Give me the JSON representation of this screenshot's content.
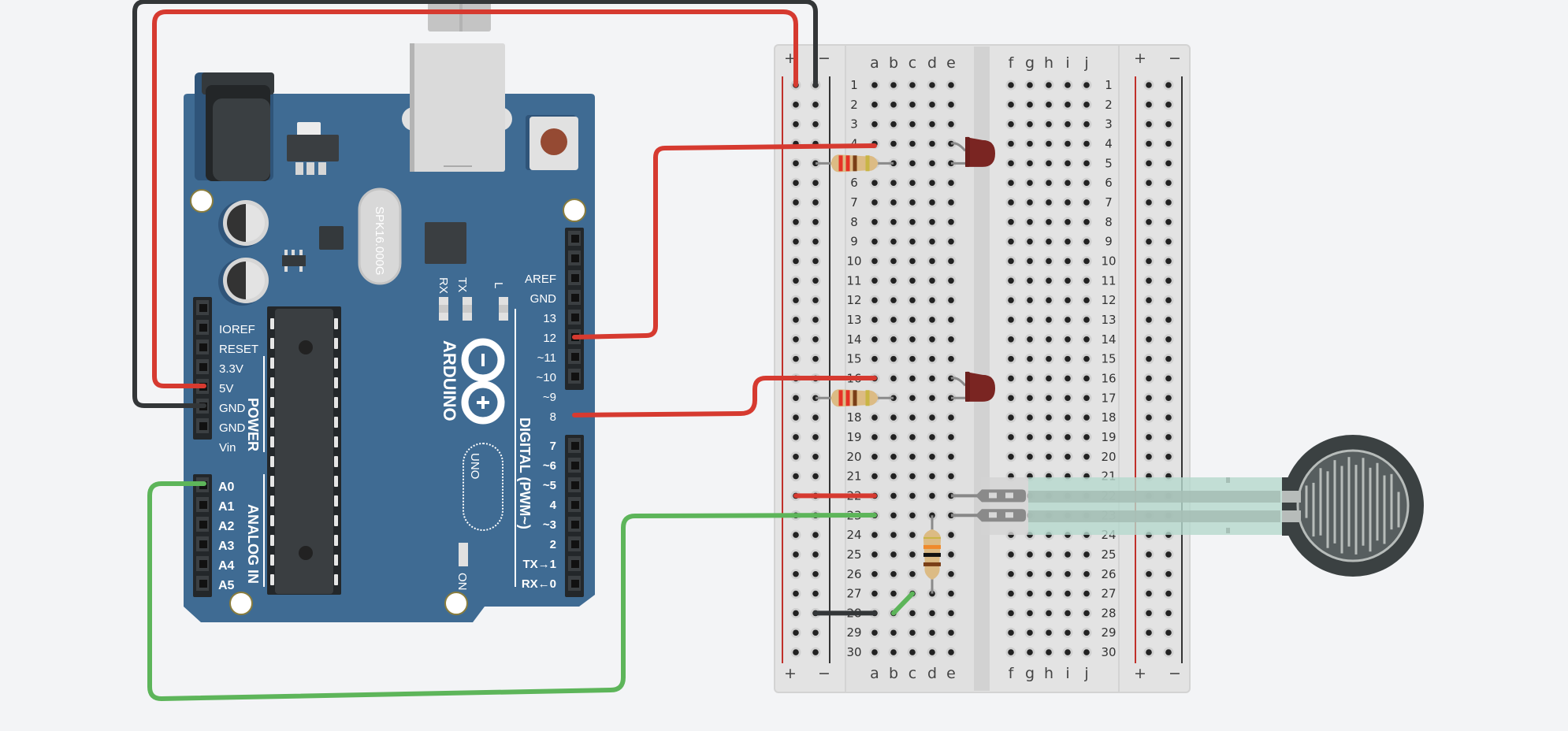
{
  "arduino": {
    "brand": "ARDUINO",
    "model": "UNO",
    "crystal_label": "SPK16.000G",
    "led_labels": [
      "RX",
      "TX",
      "L"
    ],
    "on_label": "ON",
    "power_header": {
      "title": "POWER",
      "pins": [
        "IOREF",
        "RESET",
        "3.3V",
        "5V",
        "GND",
        "GND",
        "Vin"
      ]
    },
    "analog_header": {
      "title": "ANALOG IN",
      "pins": [
        "A0",
        "A1",
        "A2",
        "A3",
        "A4",
        "A5"
      ]
    },
    "digital_header_top": {
      "pins": [
        "AREF",
        "GND",
        "13",
        "12",
        "~11",
        "~10",
        "~9",
        "8"
      ]
    },
    "digital_header_bottom": {
      "title": "DIGITAL (PWM~)",
      "pins": [
        "7",
        "~6",
        "~5",
        "4",
        "~3",
        "2",
        "TX→1",
        "RX←0"
      ]
    },
    "colors": {
      "board": "#3f6b93",
      "reset_button": "#954a33"
    }
  },
  "breadboard": {
    "rows": 30,
    "columns_left": [
      "a",
      "b",
      "c",
      "d",
      "e"
    ],
    "columns_right": [
      "f",
      "g",
      "h",
      "i",
      "j"
    ],
    "rail_plus": "+",
    "rail_minus": "−",
    "colors": {
      "body": "#e2e2e2",
      "plus_rail": "#c0302a",
      "minus_rail": "#333333"
    }
  },
  "components": {
    "resistors": [
      {
        "name": "resistor-1",
        "bands": [
          "#e63226",
          "#e63226",
          "#7a3f17",
          "#c9b545"
        ]
      },
      {
        "name": "resistor-2",
        "bands": [
          "#e63226",
          "#e63226",
          "#7a3f17",
          "#c9b545"
        ]
      },
      {
        "name": "resistor-3",
        "bands": [
          "#c9b545",
          "#f08a2c",
          "#111111",
          "#7a3f17"
        ]
      }
    ],
    "leds": [
      {
        "name": "led-1",
        "color": "#7a2522"
      },
      {
        "name": "led-2",
        "color": "#7a2522"
      }
    ],
    "sensor": {
      "name": "force-sensitive-resistor"
    }
  },
  "wires": {
    "colors": {
      "red": "#d63a30",
      "black": "#333638",
      "green": "#5db55a"
    }
  }
}
